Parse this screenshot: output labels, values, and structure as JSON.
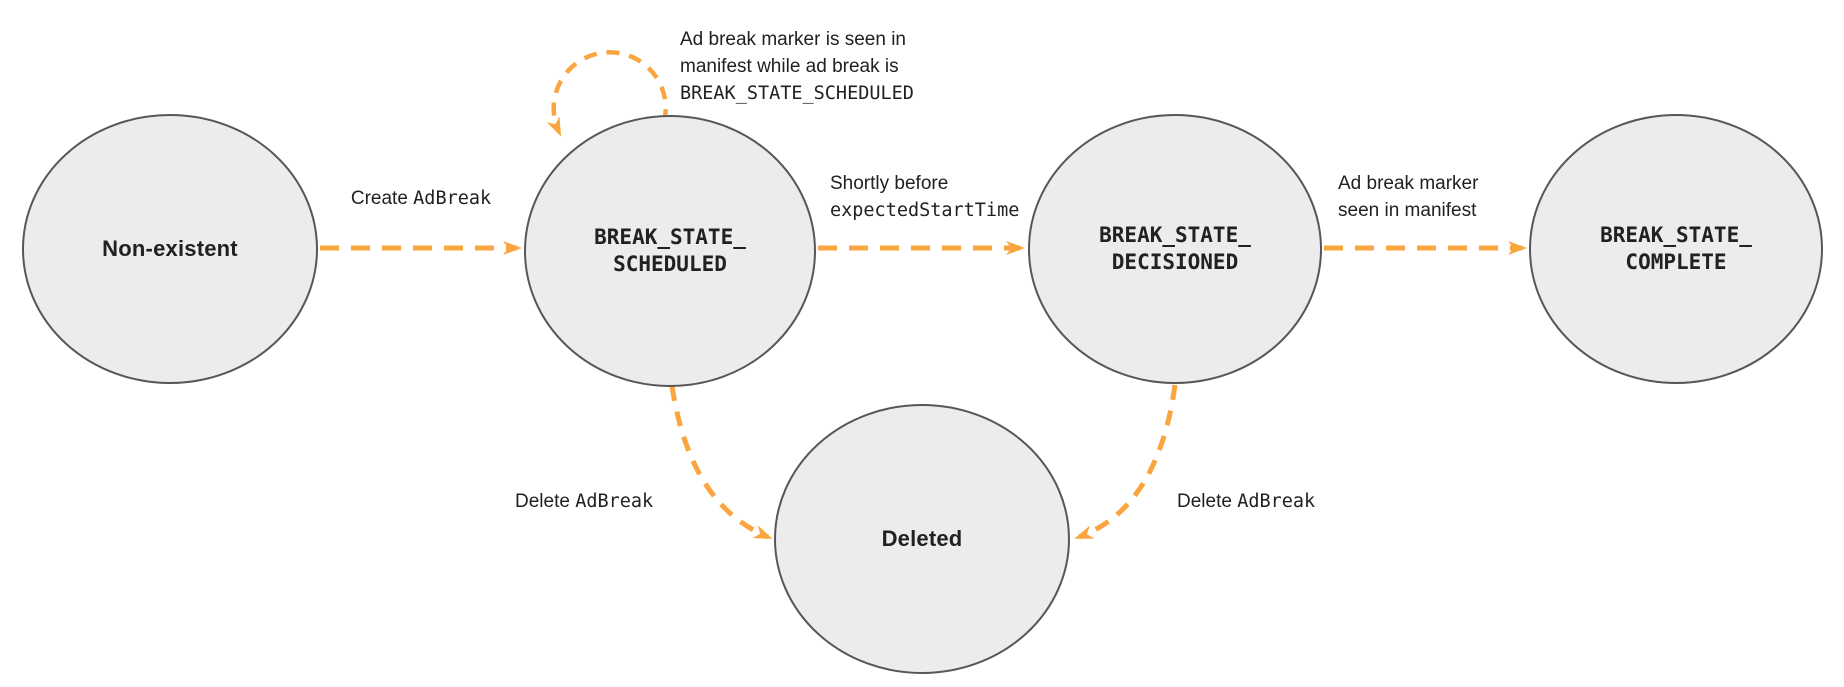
{
  "colors": {
    "background": "#FFFFFF",
    "arrow": "#FAA53F",
    "node_fill": "#ECECEC",
    "node_stroke": "#57575A",
    "text": "#212121"
  },
  "nodes": {
    "non_existent": {
      "label": "Non-existent"
    },
    "scheduled": {
      "line1": "BREAK_STATE_",
      "line2": "SCHEDULED"
    },
    "decisioned": {
      "line1": "BREAK_STATE_",
      "line2": "DECISIONED"
    },
    "complete": {
      "line1": "BREAK_STATE_",
      "line2": "COMPLETE"
    },
    "deleted": {
      "label": "Deleted"
    }
  },
  "edges": {
    "create": {
      "plain": "Create",
      "code": "AdBreak"
    },
    "self_loop": {
      "line1": "Ad break marker is seen in",
      "line2": "manifest while ad break is",
      "code_line": "BREAK_STATE_SCHEDULED"
    },
    "to_decisioned": {
      "plain": "Shortly before",
      "code_line": "expectedStartTime"
    },
    "to_complete": {
      "line1": "Ad break marker",
      "line2": "seen in manifest"
    },
    "delete_from_scheduled": {
      "plain": "Delete",
      "code": "AdBreak"
    },
    "delete_from_decisioned": {
      "plain": "Delete",
      "code": "AdBreak"
    }
  }
}
